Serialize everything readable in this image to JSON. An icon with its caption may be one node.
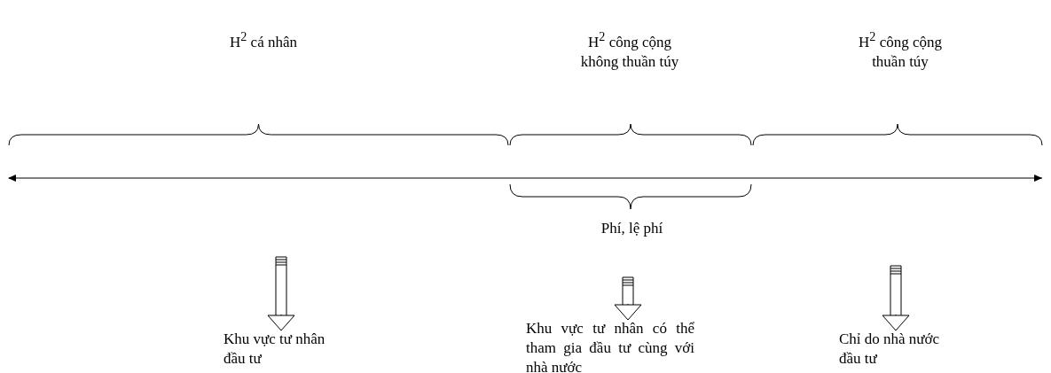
{
  "diagram": {
    "nodes": [
      {
        "text": [
          "H$^{2}$ cá nhân"
        ]
      },
      {
        "text": [
          "H$^{2}$ công cộng không thuần túy"
        ]
      },
      {
        "text": [
          "H$^{2}$ công cộng thuần túy"
        ]
      },
      {
        "text": [
          "Khu vực tư nhân đầu tư"
        ]
      },
      {
        "text": [
          "Khu vực tư nhân có thể tham gia đầu tư cùng với nhà nước"
        ]
      },
      {
        "text": [
          "Chỉ do nhà nước đầu tư"
        ]
      }
    ],
    "edges": [
      {
        "from": null,
        "to": 3,
        "arrow": "to"
      },
      {
        "from": null,
        "to": 4,
        "arrow": "to"
      },
      {
        "from": null,
        "to": 5,
        "arrow": "to"
      }
    ],
    "labels": [
      "Phí, lệ phí"
    ]
  }
}
